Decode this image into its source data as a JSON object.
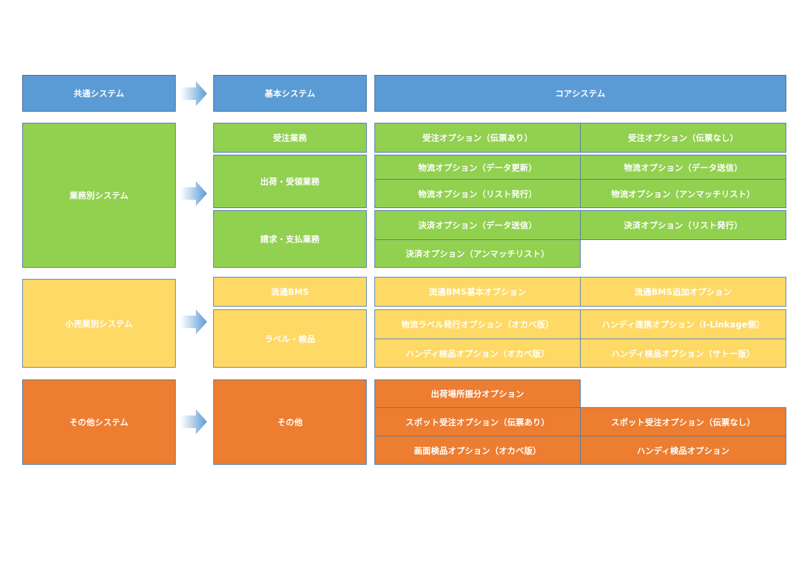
{
  "header": {
    "common": "共通システム",
    "basic": "基本システム",
    "core": "コアシステム"
  },
  "business": {
    "category": "業務別システム",
    "juchu": {
      "label": "受注業務",
      "options": [
        "受注オプション（伝票あり）",
        "受注オプション（伝票なし）"
      ]
    },
    "shukka": {
      "label": "出荷・受領業務",
      "options": [
        "物流オプション（データ更新）",
        "物流オプション（データ送信）",
        "物流オプション（リスト発行）",
        "物流オプション（アンマッチリスト）"
      ]
    },
    "seikyu": {
      "label": "請求・支払業務",
      "options": [
        "決済オプション（データ送信）",
        "決済オプション（リスト発行）",
        "決済オプション（アンマッチリスト）"
      ]
    }
  },
  "retail": {
    "category": "小売業別システム",
    "bms": {
      "label": "流通BMS",
      "options": [
        "流通BMS基本オプション",
        "流通BMS追加オプション"
      ]
    },
    "label_kenpin": {
      "label": "ラベル・検品",
      "options": [
        "物流ラベル発行オプション（オカベ版）",
        "ハンディ連携オプション（I-Linkage側）",
        "ハンディ検品オプション（オカベ版）",
        "ハンディ検品オプション（サトー版）"
      ]
    }
  },
  "other": {
    "category": "その他システム",
    "sonota": {
      "label": "その他",
      "options": [
        "出荷場所振分オプション",
        "スポット受注オプション（伝票あり）",
        "スポット受注オプション（伝票なし）",
        "画面検品オプション（オカベ版）",
        "ハンディ検品オプション"
      ]
    }
  },
  "colors": {
    "header": "#5b9bd5",
    "business": "#92d050",
    "retail": "#ffd966",
    "other": "#ed7d31"
  }
}
